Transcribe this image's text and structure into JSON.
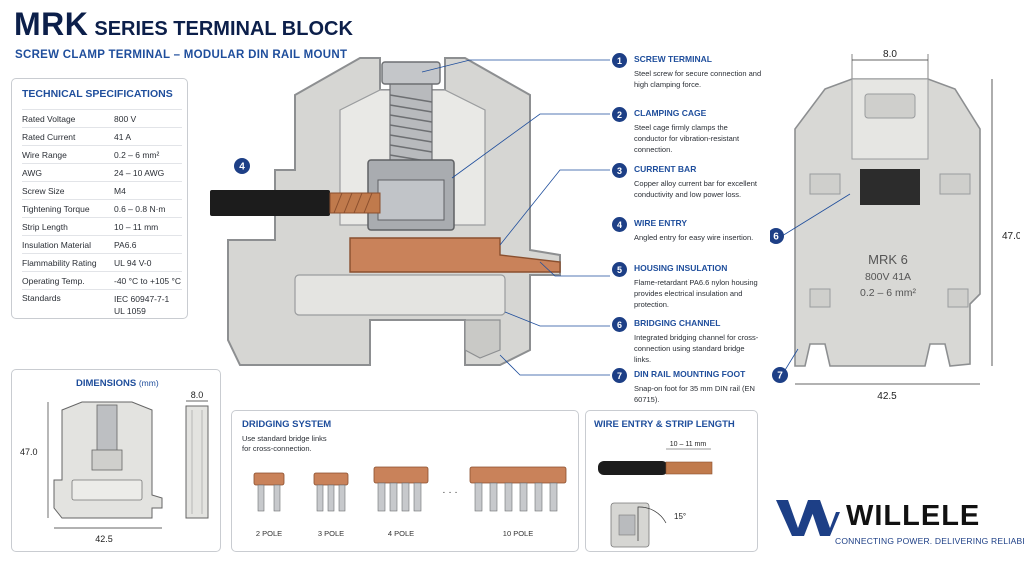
{
  "header": {
    "title_big": "MRK",
    "title_rest": "SERIES TERMINAL BLOCK",
    "subtitle": "SCREW CLAMP TERMINAL – MODULAR DIN RAIL MOUNT"
  },
  "specs": {
    "title": "TECHNICAL SPECIFICATIONS",
    "rows": [
      {
        "k": "Rated Voltage",
        "v": "800 V"
      },
      {
        "k": "Rated Current",
        "v": "41 A"
      },
      {
        "k": "Wire Range",
        "v": "0.2 – 6 mm²"
      },
      {
        "k": "AWG",
        "v": "24 – 10 AWG"
      },
      {
        "k": "Screw Size",
        "v": "M4"
      },
      {
        "k": "Tightening Torque",
        "v": "0.6 – 0.8 N·m"
      },
      {
        "k": "Strip Length",
        "v": "10 – 11 mm"
      },
      {
        "k": "Insulation Material",
        "v": "PA6.6"
      },
      {
        "k": "Flammability Rating",
        "v": "UL 94 V-0"
      },
      {
        "k": "Operating Temp.",
        "v": "-40 °C to +105 °C"
      },
      {
        "k": "Standards",
        "v": "IEC 60947-7-1",
        "v2": "UL 1059"
      }
    ]
  },
  "callouts": [
    {
      "n": "1",
      "title": "SCREW TERMINAL",
      "desc": "Steel screw for secure connection and high clamping force."
    },
    {
      "n": "2",
      "title": "CLAMPING CAGE",
      "desc": "Steel cage firmly clamps the conductor for vibration-resistant connection."
    },
    {
      "n": "3",
      "title": "CURRENT BAR",
      "desc": "Copper alloy current bar for excellent conductivity and low power loss."
    },
    {
      "n": "4",
      "title": "WIRE ENTRY",
      "desc": "Angled entry for easy wire insertion."
    },
    {
      "n": "5",
      "title": "HOUSING INSULATION",
      "desc": "Flame-retardant PA6.6 nylon housing provides electrical insulation and protection."
    },
    {
      "n": "6",
      "title": "BRIDGING CHANNEL",
      "desc": "Integrated bridging channel for cross-connection using standard bridge links."
    },
    {
      "n": "7",
      "title": "DIN RAIL MOUNTING FOOT",
      "desc": "Snap-on foot for 35 mm DIN rail (EN 60715)."
    }
  ],
  "cross_section": {
    "marker": "4"
  },
  "front_view": {
    "width_label": "8.0",
    "height_label": "47.0",
    "depth_label": "42.5",
    "model": "MRK 6",
    "rating": "800V 41A",
    "range": "0.2 – 6 mm²",
    "marker_a": "6",
    "marker_b": "7"
  },
  "dimensions": {
    "title": "DIMENSIONS",
    "unit": "(mm)",
    "height": "47.0",
    "depth": "42.5",
    "width": "8.0"
  },
  "bridging": {
    "title": "DRIDGING SYSTEM",
    "desc1": "Use standard bridge links",
    "desc2": "for cross-connection.",
    "ellipsis": "· · ·",
    "labels": [
      "2 POLE",
      "3 POLE",
      "4 POLE",
      "10 POLE"
    ]
  },
  "wire": {
    "title": "WIRE ENTRY & STRIP LENGTH",
    "strip": "10 – 11 mm",
    "angle": "15°"
  },
  "brand": {
    "name": "WILLELE",
    "tagline": "CONNECTING POWER. DELIVERING RELIABILITY."
  },
  "colors": {
    "navy": "#1d3f86",
    "accent_blue": "#1f4e9c",
    "housing_gray": "#d6d6d3",
    "copper": "#c9825a"
  }
}
